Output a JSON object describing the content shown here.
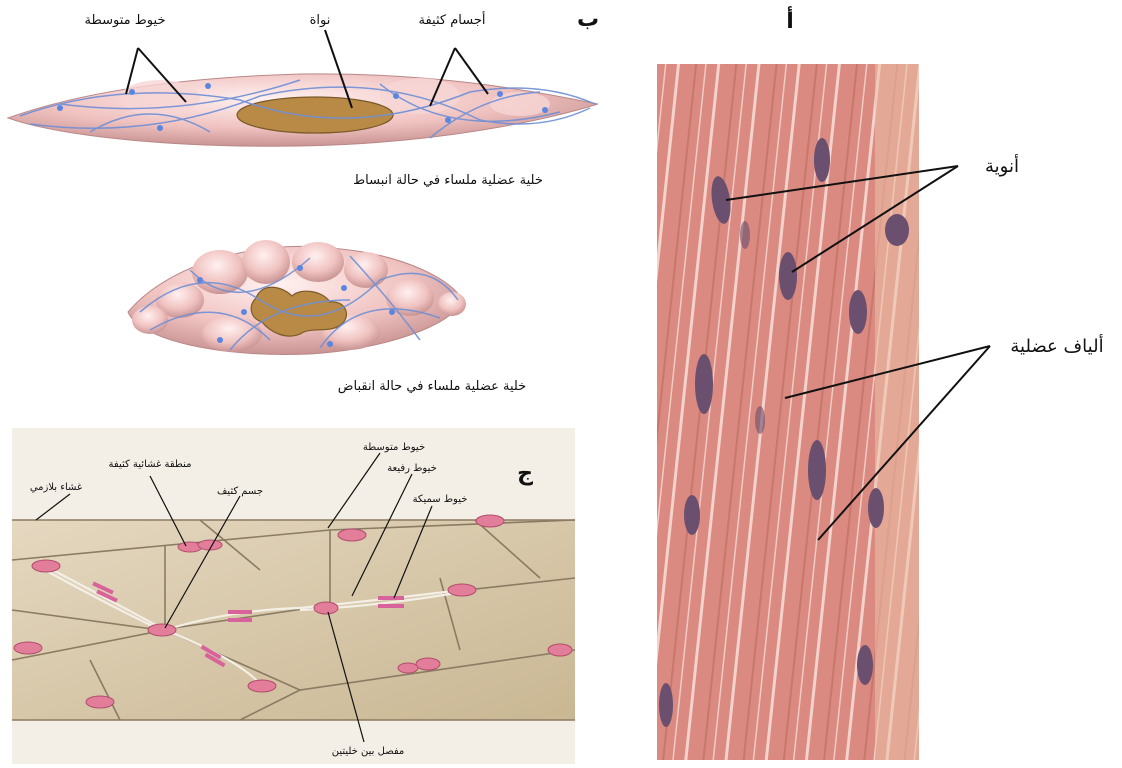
{
  "panel_a": {
    "letter": "أ",
    "labels": {
      "nuclei": "أنوية",
      "muscle_fibers": "ألياف عضلية"
    }
  },
  "panel_b": {
    "letter": "ب",
    "labels": {
      "intermediate_filaments": "خيوط متوسطة",
      "nucleus": "نواة",
      "dense_bodies": "أجسام كثيفة",
      "caption_relaxed": "خلية عضلية ملساء في حالة انبساط",
      "caption_contracted": "خلية عضلية ملساء في حالة انقباض"
    }
  },
  "panel_c": {
    "letter": "ج",
    "labels": {
      "intermediate_filaments": "خيوط متوسطة",
      "dense_membrane_area": "منطقة غشائية كثيفة",
      "thin_filaments": "خيوط رفيعة",
      "plasma_membrane": "غشاء بلازمي",
      "dense_body": "جسم كثيف",
      "thick_filaments": "خيوط سميكة",
      "cell_junction": "مفصل بين خليتين"
    }
  },
  "colors": {
    "cell_pink": "#f2c9c8",
    "filament_blue": "#6f8fd6",
    "nucleus_brown": "#b98a46",
    "tissue_red": "#d9837a",
    "tissue_nucleus": "#6b4f6e",
    "cell_tan": "#d6c6aa",
    "dense_body_pink": "#e27d9a"
  }
}
